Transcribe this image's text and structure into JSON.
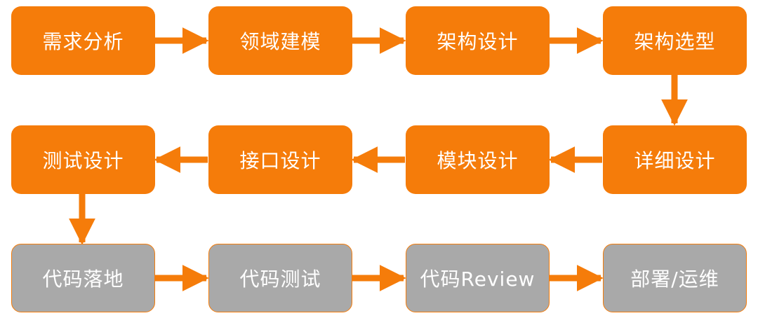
{
  "colors": {
    "active": "#f57c0a",
    "pending": "#a9a9a9",
    "arrow": "#f57c0a",
    "text": "#ffffff"
  },
  "flow": {
    "row1": [
      "需求分析",
      "领域建模",
      "架构设计",
      "架构选型"
    ],
    "row2": [
      "测试设计",
      "接口设计",
      "模块设计",
      "详细设计"
    ],
    "row3": [
      "代码落地",
      "代码测试",
      "代码Review",
      "部署/运维"
    ]
  }
}
